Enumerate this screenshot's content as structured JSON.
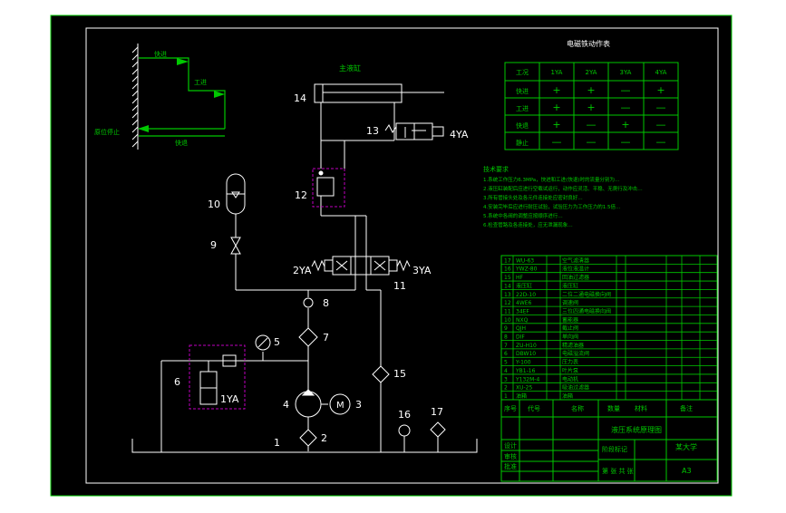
{
  "colors": {
    "background": "#000000",
    "frame": "#00c800",
    "lines": "#ffffff",
    "accent": "#c000c0",
    "outside": "#ffffff"
  },
  "velocity_diagram": {
    "labels": [
      "快进",
      "工进",
      "快退",
      "原位停止"
    ]
  },
  "cylinder_label": "主液缸",
  "components": {
    "c1": "1",
    "c2": "2",
    "c3": "3",
    "c4": "4",
    "c5": "5",
    "c6": "6",
    "c7": "7",
    "c8": "8",
    "c9": "9",
    "c10": "10",
    "c11": "11",
    "c12": "12",
    "c13": "13",
    "c14": "14",
    "c15": "15",
    "c16": "16",
    "c17": "17"
  },
  "solenoids": {
    "s1": "1YA",
    "s2": "2YA",
    "s3": "3YA",
    "s4": "4YA"
  },
  "motor_label": "M",
  "action_table": {
    "title": "电磁铁动作表",
    "headers": [
      "工况",
      "1YA",
      "2YA",
      "3YA",
      "4YA"
    ],
    "rows": [
      [
        "快进",
        "+",
        "+",
        "—",
        "+"
      ],
      [
        "工进",
        "+",
        "+",
        "—",
        "—"
      ],
      [
        "快退",
        "+",
        "—",
        "+",
        "—"
      ],
      [
        "静止",
        "—",
        "—",
        "—",
        "—"
      ]
    ]
  },
  "tech_notes": {
    "title": "技术要求",
    "lines": [
      "1.系统工作压力6.3MPa，快进和工进(快退)时的流量分别为…",
      "2.液压缸装配后应进行空载试运行，动作应灵活、平稳、无爬行及冲击…",
      "3.所有管接头处及各元件连接处应密封良好…",
      "4.安装完毕后应进行耐压试验，试验压力为工作压力的1.5倍…",
      "5.系统中各阀的调整应按顺序进行…",
      "6.检查管路及各连接处，应无泄漏现象…"
    ]
  },
  "parts_rows": [
    {
      "no": "17",
      "code": "WU-63",
      "name": "空气滤清器"
    },
    {
      "no": "16",
      "code": "YWZ-80",
      "name": "液位液温计"
    },
    {
      "no": "15",
      "code": "HF",
      "name": "回油过滤器"
    },
    {
      "no": "14",
      "code": "液压缸",
      "name": "液压缸"
    },
    {
      "no": "13",
      "code": "22D-10",
      "name": "二位二通电磁换向阀"
    },
    {
      "no": "12",
      "code": "4WE6",
      "name": "调速阀"
    },
    {
      "no": "11",
      "code": "34EF",
      "name": "三位四通电磁换向阀"
    },
    {
      "no": "10",
      "code": "NXQ",
      "name": "蓄能器"
    },
    {
      "no": "9",
      "code": "QJH",
      "name": "截止阀"
    },
    {
      "no": "8",
      "code": "DIF",
      "name": "单向阀"
    },
    {
      "no": "7",
      "code": "ZU-H10",
      "name": "精滤油器"
    },
    {
      "no": "6",
      "code": "DBW10",
      "name": "电磁溢流阀"
    },
    {
      "no": "5",
      "code": "Y-100",
      "name": "压力表"
    },
    {
      "no": "4",
      "code": "YB1-16",
      "name": "叶片泵"
    },
    {
      "no": "3",
      "code": "Y132M-4",
      "name": "电动机"
    },
    {
      "no": "2",
      "code": "XU-25",
      "name": "吸油过滤器"
    },
    {
      "no": "1",
      "code": "油箱",
      "name": "油箱"
    }
  ],
  "title_block": {
    "seq_header": "序号",
    "code_header": "代号",
    "name_header": "名称",
    "qty_header": "数量",
    "material_header": "材料",
    "note_header": "备注",
    "drawing_title": "液压系统原理图",
    "school": "某大学",
    "scale": "A3",
    "sheet": "第 张 共 张",
    "design": "设计",
    "check": "审核",
    "approve": "批准",
    "stage": "阶段标记"
  }
}
